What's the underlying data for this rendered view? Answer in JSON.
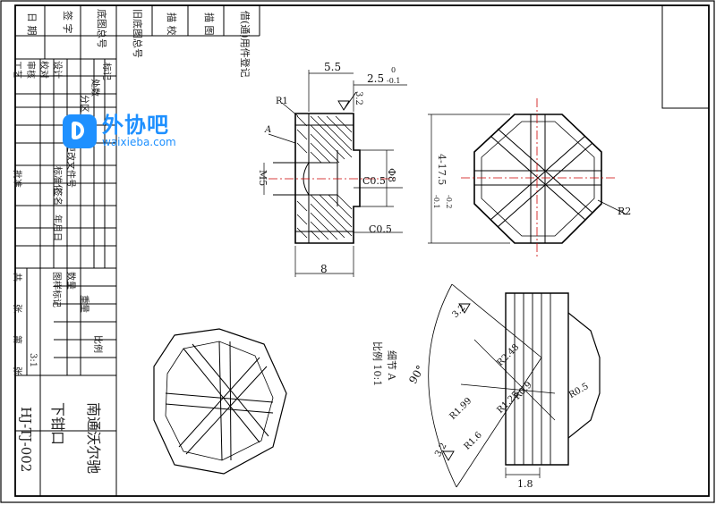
{
  "title_block": {
    "drawing_number": "HJ-TJ-002",
    "part_name": "下钳口",
    "company": "南通沃尔驰",
    "scale": "3:1",
    "headers": [
      "标记",
      "处数",
      "分区",
      "更改文件号",
      "签名",
      "年月日"
    ],
    "roles": [
      "设计",
      "校对",
      "审核",
      "工艺",
      "标准化",
      "批准"
    ],
    "columns": [
      "图样标记",
      "数量",
      "重量",
      "比例"
    ],
    "sheet_total": "共",
    "sheet_label": "张",
    "sheet_num": "第",
    "sheet_label2": "张"
  },
  "side_table": {
    "cells": [
      "借(通)用件登记",
      "描 图",
      "描 校",
      "旧底图总号",
      "底图总号",
      "签 字",
      "日 期"
    ]
  },
  "dimensions": {
    "d_5_5": "5.5",
    "d_2_5": "2.5",
    "d_2_5_tol_up": "0",
    "d_2_5_tol_dn": "-0.1",
    "ra_3_2_a": "3.2",
    "r1": "R1",
    "m5": "M5",
    "phi8": "Φ8",
    "c05_a": "C0.5",
    "c05_b": "C0.5",
    "d_8": "8",
    "a_mark": "A",
    "d_17_5": "4-17.5",
    "d_17_5_tol_up": "-0.1",
    "d_17_5_tol_dn": "-0.2",
    "r2": "R2",
    "detail_label": "细节 A",
    "detail_scale": "比例 10:1",
    "angle_90": "90°",
    "ra_3_2_b": "3.2",
    "ra_3_2_c": "3.2",
    "r2_48": "R2.48",
    "r0_9": "R0.9",
    "r1_25": "R1.25",
    "r1_6": "R1.6",
    "r1_99": "R1.99",
    "r0_5": "R0.5",
    "d_1_8": "1.8"
  },
  "watermark": {
    "brand": "外协吧",
    "url": "waixieba.com",
    "color": "#1e90ff"
  }
}
